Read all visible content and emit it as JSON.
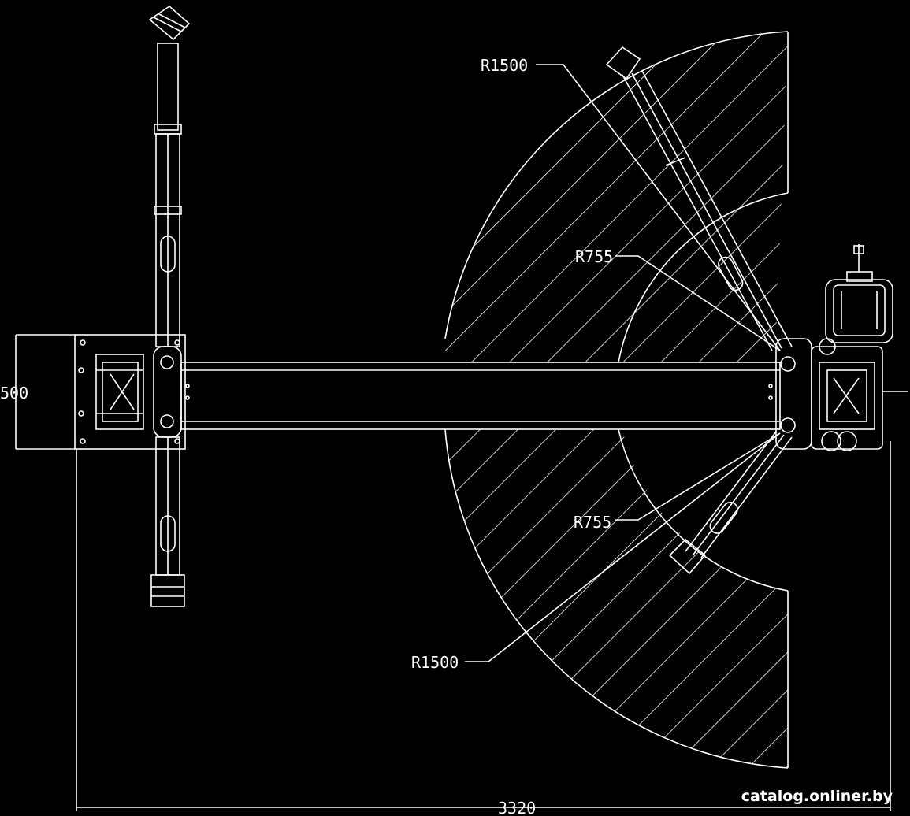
{
  "diagram": {
    "labels": {
      "r1500_top": "R1500",
      "r755_top": "R755",
      "r755_bottom": "R755",
      "r1500_bottom": "R1500",
      "width_dim": "500",
      "length_dim": "3320"
    },
    "colors": {
      "background": "#000000",
      "line": "#ffffff"
    }
  },
  "watermark": "catalog.onliner.by"
}
